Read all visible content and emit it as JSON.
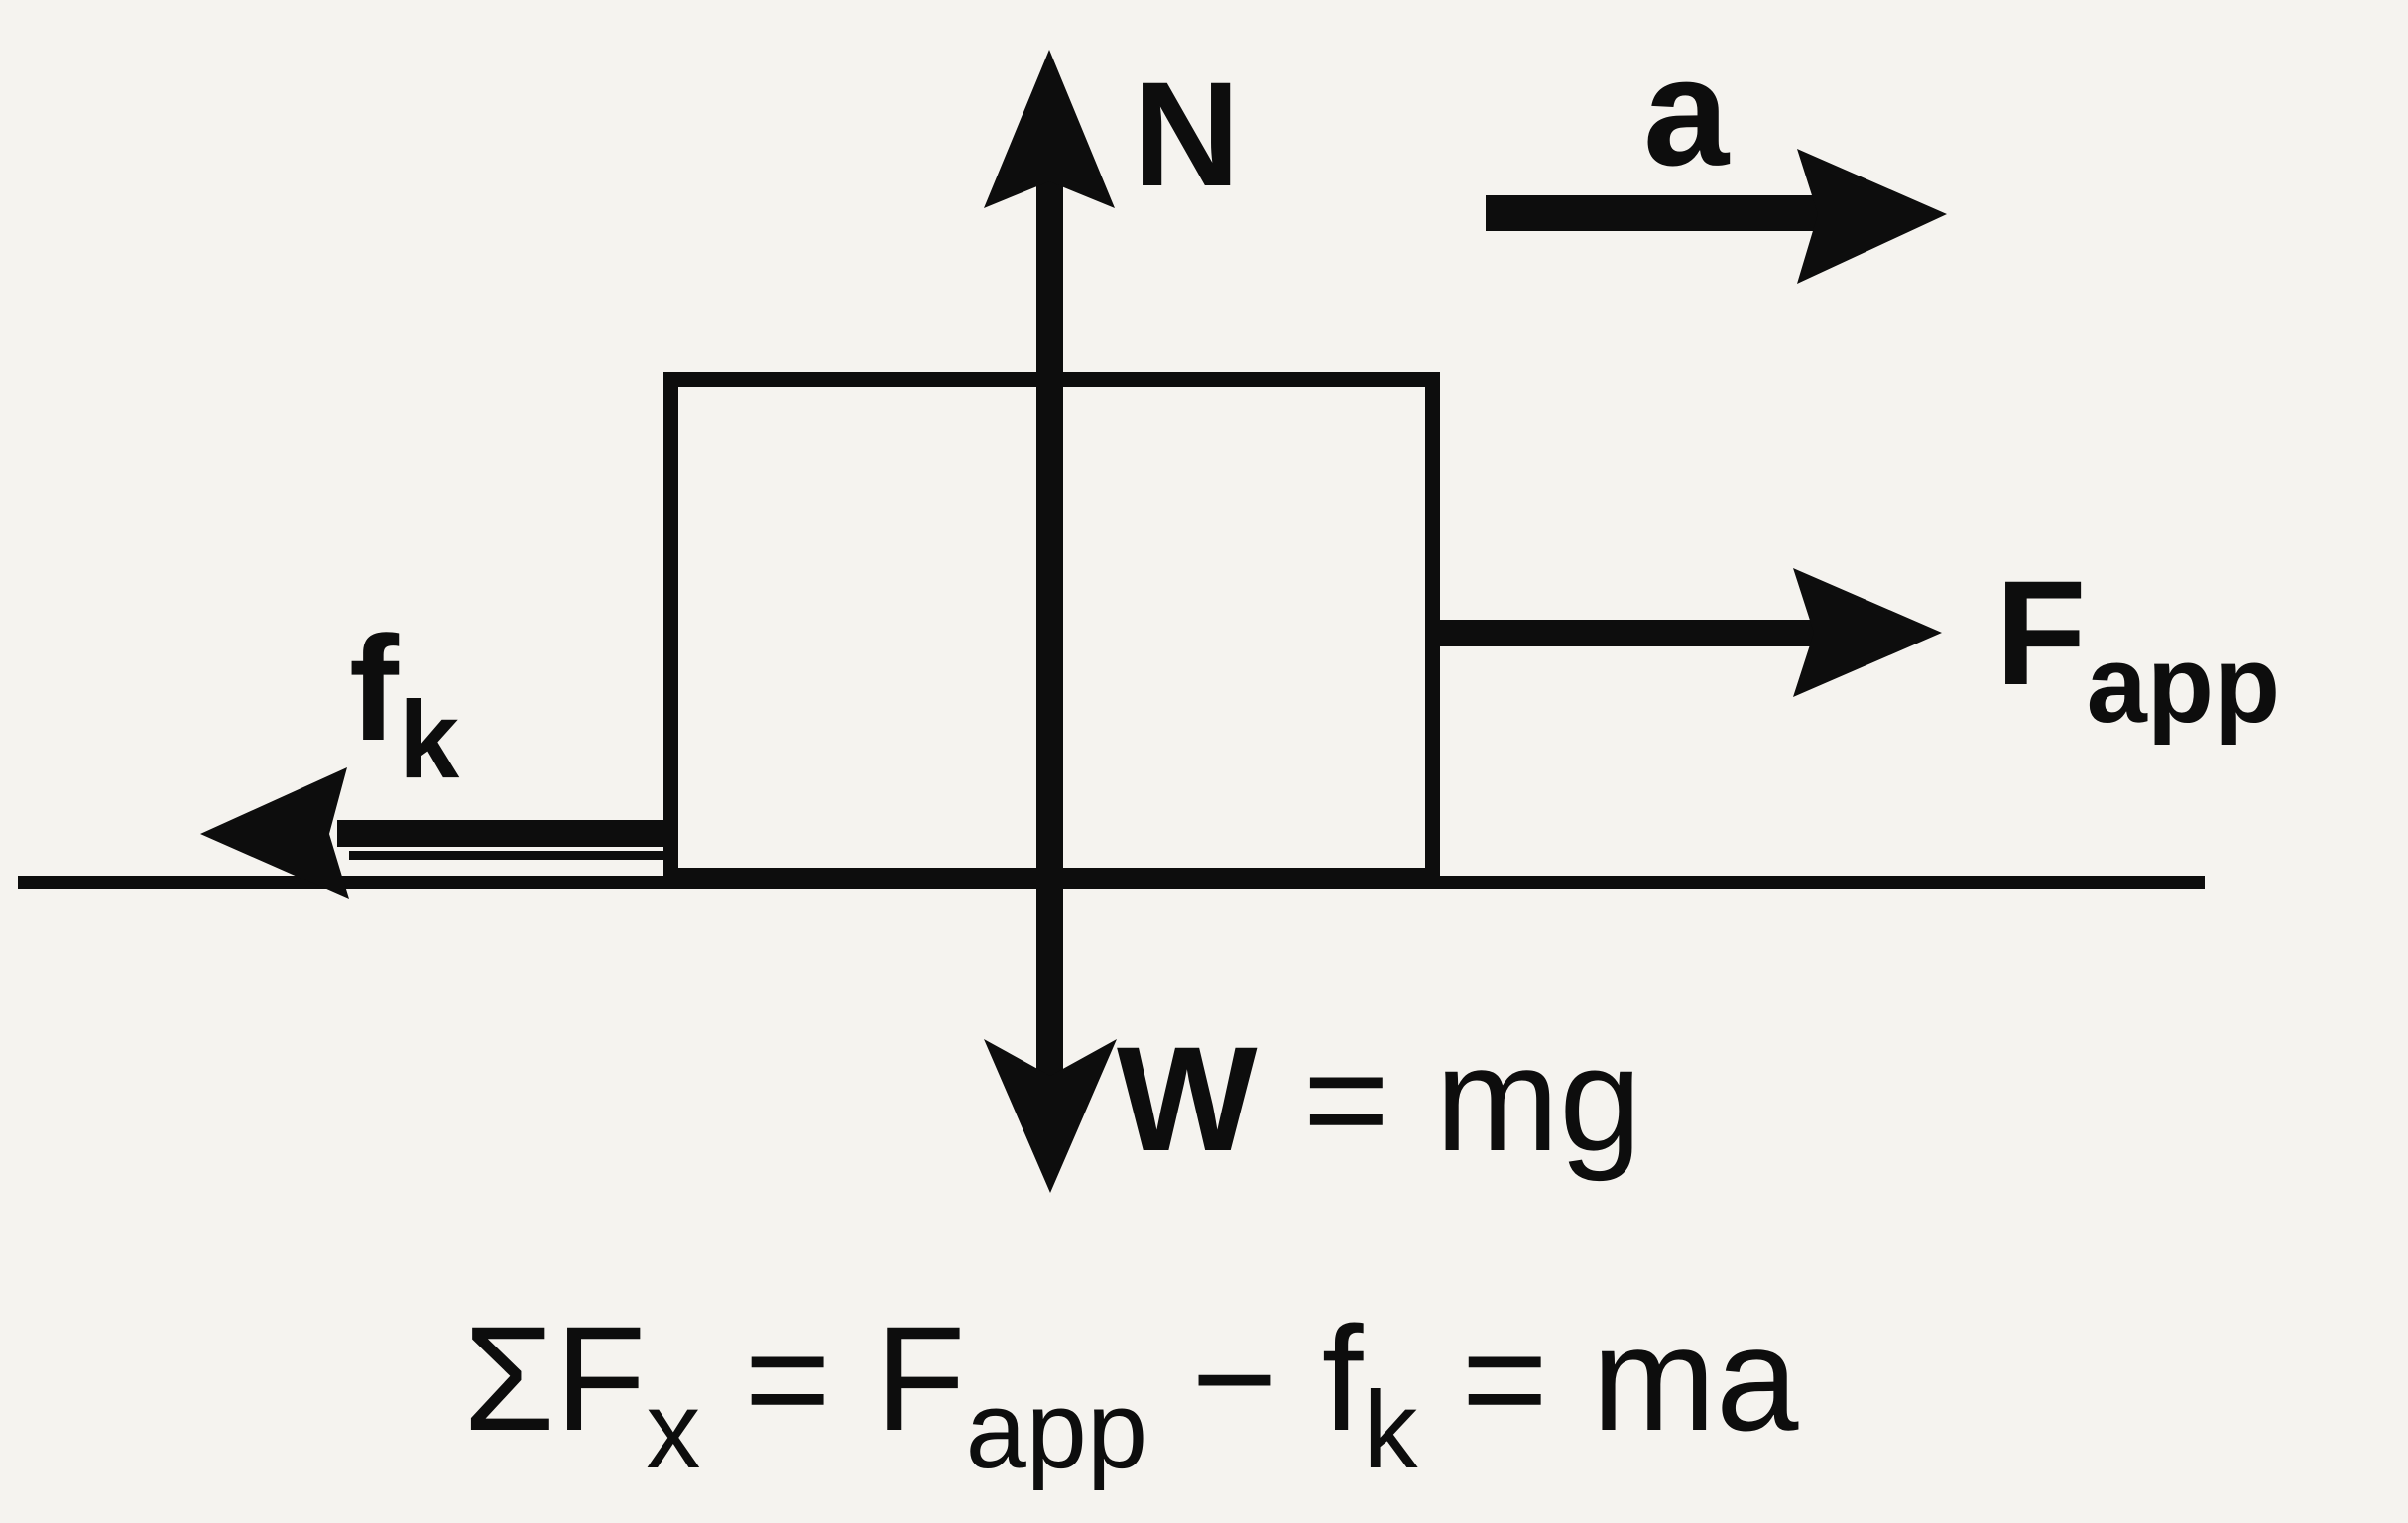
{
  "canvas": {
    "background_color": "#f5f3ef",
    "ink_color": "#0d0d0d"
  },
  "diagram": {
    "type": "free-body-diagram",
    "description": "Block resting on a horizontal surface with normal force up, weight down, applied force right, kinetic friction left, and acceleration to the right",
    "labels": {
      "normal": "N",
      "acceleration": "a",
      "friction": {
        "main": "f",
        "sub": "k"
      },
      "applied": {
        "main": "F",
        "sub": "app"
      },
      "weight": {
        "symbol": "W",
        "equals": "=",
        "value": "mg"
      }
    },
    "equation": {
      "lhs_main": "ΣF",
      "lhs_sub": "x",
      "eq1": "=",
      "term1_main": "F",
      "term1_sub": "app",
      "minus": "−",
      "term2_main": "f",
      "term2_sub": "k",
      "eq2": "=",
      "rhs": "ma"
    },
    "arrows": [
      {
        "name": "normal-force",
        "symbol": "N",
        "direction": "up"
      },
      {
        "name": "weight-force",
        "symbol": "W = mg",
        "direction": "down"
      },
      {
        "name": "applied-force",
        "symbol": "F_app",
        "direction": "right"
      },
      {
        "name": "kinetic-friction-force",
        "symbol": "f_k",
        "direction": "left"
      },
      {
        "name": "acceleration",
        "symbol": "a",
        "direction": "right"
      }
    ]
  }
}
